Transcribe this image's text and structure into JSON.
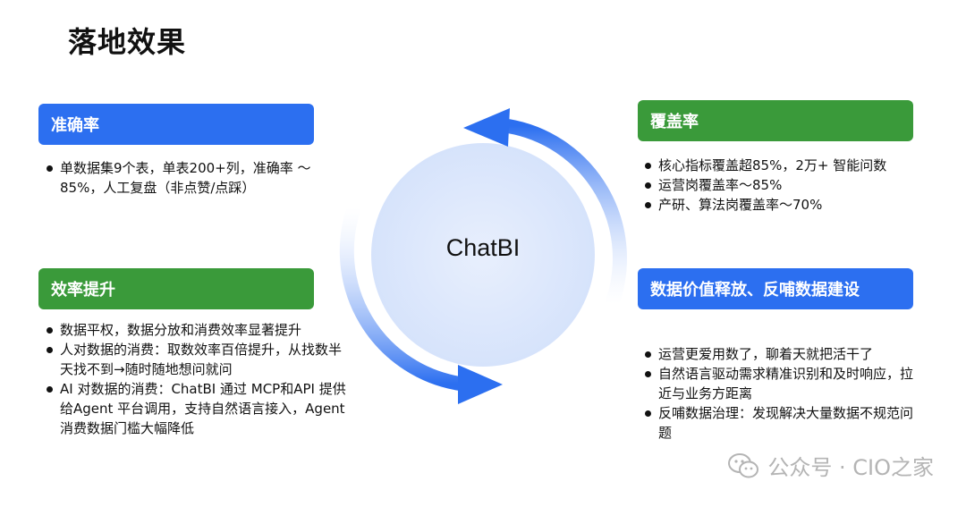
{
  "title": "落地效果",
  "center": "ChatBI",
  "sections": {
    "accuracy": {
      "header": "准确率",
      "points": [
        "单数据集9个表，单表200+列，准确率 ～85%，人工复盘（非点赞/点踩）"
      ]
    },
    "efficiency": {
      "header": "效率提升",
      "points": [
        "数据平权，数据分放和消费效率显著提升",
        "人对数据的消费：取数效率百倍提升，从找数半天找不到→随时随地想问就问",
        "AI 对数据的消费：ChatBI 通过 MCP和API 提供给Agent 平台调用，支持自然语言接入，Agent 消费数据门槛大幅降低"
      ]
    },
    "coverage": {
      "header": "覆盖率",
      "points": [
        "核心指标覆盖超85%，2万+ 智能问数",
        "运营岗覆盖率～85%",
        "产研、算法岗覆盖率～70%"
      ]
    },
    "value": {
      "header": "数据价值释放、反哺数据建设",
      "points": [
        "运营更爱用数了，聊着天就把活干了",
        "自然语言驱动需求精准识别和及时响应，拉近与业务方距离",
        "反哺数据治理：发现解决大量数据不规范问题"
      ]
    }
  },
  "watermark": "公众号 · CIO之家",
  "colors": {
    "blue": "#2c6ff0",
    "green": "#3a9a3a",
    "circle": "#dfe8fb"
  }
}
